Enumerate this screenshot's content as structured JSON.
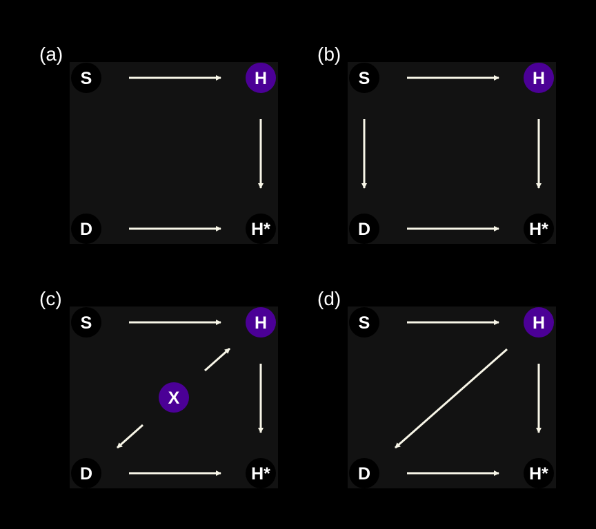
{
  "colors": {
    "background": "#000000",
    "panel": "#121212",
    "node_dark": "#000000",
    "node_highlight": "#4b0096",
    "arrow": "#f8f6e8",
    "text": "#ffffff"
  },
  "panels": [
    {
      "label": "(a)",
      "nodes": [
        {
          "id": "S",
          "text": "S",
          "highlight": false
        },
        {
          "id": "H",
          "text": "H",
          "highlight": true
        },
        {
          "id": "D",
          "text": "D",
          "highlight": false
        },
        {
          "id": "Hs",
          "text": "H*",
          "highlight": false
        }
      ],
      "edges": [
        [
          "S",
          "H"
        ],
        [
          "H",
          "Hs"
        ],
        [
          "D",
          "Hs"
        ]
      ]
    },
    {
      "label": "(b)",
      "nodes": [
        {
          "id": "S",
          "text": "S",
          "highlight": false
        },
        {
          "id": "H",
          "text": "H",
          "highlight": true
        },
        {
          "id": "D",
          "text": "D",
          "highlight": false
        },
        {
          "id": "Hs",
          "text": "H*",
          "highlight": false
        }
      ],
      "edges": [
        [
          "S",
          "H"
        ],
        [
          "S",
          "D"
        ],
        [
          "H",
          "Hs"
        ],
        [
          "D",
          "Hs"
        ]
      ]
    },
    {
      "label": "(c)",
      "nodes": [
        {
          "id": "S",
          "text": "S",
          "highlight": false
        },
        {
          "id": "H",
          "text": "H",
          "highlight": true
        },
        {
          "id": "D",
          "text": "D",
          "highlight": false
        },
        {
          "id": "Hs",
          "text": "H*",
          "highlight": false
        },
        {
          "id": "X",
          "text": "X",
          "highlight": true
        }
      ],
      "edges": [
        [
          "S",
          "H"
        ],
        [
          "H",
          "Hs"
        ],
        [
          "D",
          "Hs"
        ],
        [
          "X",
          "H"
        ],
        [
          "X",
          "D"
        ]
      ]
    },
    {
      "label": "(d)",
      "nodes": [
        {
          "id": "S",
          "text": "S",
          "highlight": false
        },
        {
          "id": "H",
          "text": "H",
          "highlight": true
        },
        {
          "id": "D",
          "text": "D",
          "highlight": false
        },
        {
          "id": "Hs",
          "text": "H*",
          "highlight": false
        }
      ],
      "edges": [
        [
          "S",
          "H"
        ],
        [
          "H",
          "Hs"
        ],
        [
          "D",
          "Hs"
        ],
        [
          "H",
          "D"
        ]
      ]
    }
  ]
}
